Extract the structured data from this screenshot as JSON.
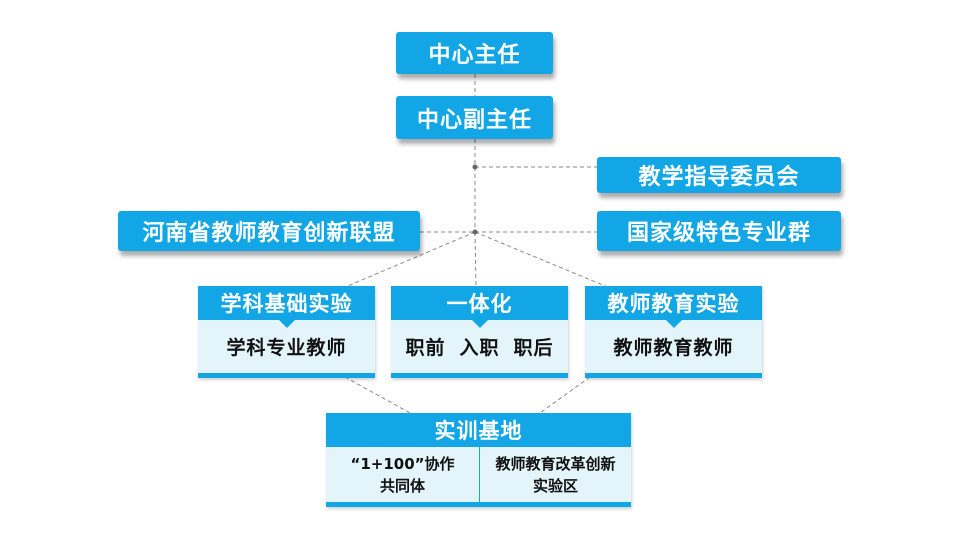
{
  "nodes": {
    "director": "中心主任",
    "deputy_director": "中心副主任",
    "steering_committee": "教学指导委员会",
    "national_cluster": "国家级特色专业群",
    "henan_alliance": "河南省教师教育创新联盟"
  },
  "cards": [
    {
      "title": "学科基础实验",
      "body": "学科专业教师"
    },
    {
      "title": "一体化",
      "stages": [
        "职前",
        "入职",
        "职后"
      ]
    },
    {
      "title": "教师教育实验",
      "body": "教师教育教师"
    }
  ],
  "base": {
    "title": "实训基地",
    "left_line1": "“1+100”协作",
    "left_line2": "共同体",
    "right_line1": "教师教育改革创新",
    "right_line2": "实验区"
  },
  "colors": {
    "accent": "#12a6e6",
    "card_fill": "#e3f4fb",
    "connector": "#8a8a8a"
  }
}
